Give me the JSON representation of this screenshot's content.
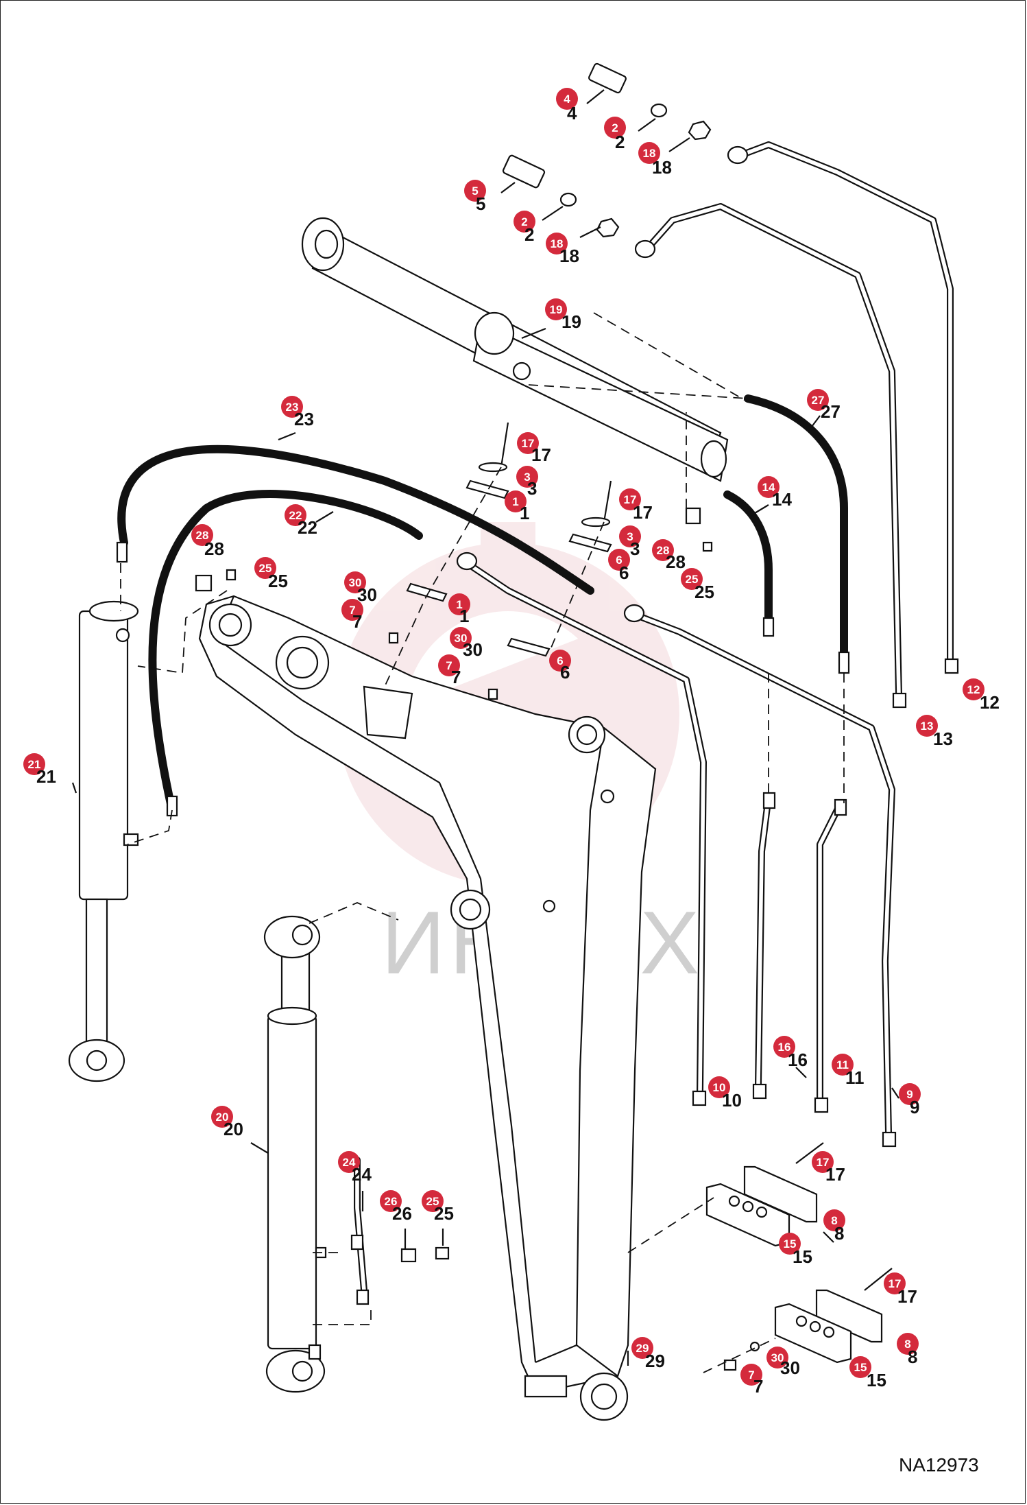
{
  "drawing_code": "NA12973",
  "watermark": "ИНТЕХ",
  "accent_color": "#d42a3c",
  "callouts": [
    {
      "id": "4",
      "label": "4"
    },
    {
      "id": "2",
      "label": "2"
    },
    {
      "id": "18",
      "label": "18"
    },
    {
      "id": "5",
      "label": "5"
    },
    {
      "id": "2",
      "label": "2"
    },
    {
      "id": "18",
      "label": "18"
    },
    {
      "id": "19",
      "label": "19"
    },
    {
      "id": "27",
      "label": "27"
    },
    {
      "id": "23",
      "label": "23"
    },
    {
      "id": "17",
      "label": "17"
    },
    {
      "id": "3",
      "label": "3"
    },
    {
      "id": "1",
      "label": "1"
    },
    {
      "id": "17",
      "label": "17"
    },
    {
      "id": "14",
      "label": "14"
    },
    {
      "id": "22",
      "label": "22"
    },
    {
      "id": "3",
      "label": "3"
    },
    {
      "id": "28",
      "label": "28"
    },
    {
      "id": "6",
      "label": "6"
    },
    {
      "id": "28",
      "label": "28"
    },
    {
      "id": "25",
      "label": "25"
    },
    {
      "id": "25",
      "label": "25"
    },
    {
      "id": "30",
      "label": "30"
    },
    {
      "id": "1",
      "label": "1"
    },
    {
      "id": "7",
      "label": "7"
    },
    {
      "id": "30",
      "label": "30"
    },
    {
      "id": "7",
      "label": "7"
    },
    {
      "id": "6",
      "label": "6"
    },
    {
      "id": "12",
      "label": "12"
    },
    {
      "id": "13",
      "label": "13"
    },
    {
      "id": "21",
      "label": "21"
    },
    {
      "id": "16",
      "label": "16"
    },
    {
      "id": "11",
      "label": "11"
    },
    {
      "id": "10",
      "label": "10"
    },
    {
      "id": "9",
      "label": "9"
    },
    {
      "id": "20",
      "label": "20"
    },
    {
      "id": "17",
      "label": "17"
    },
    {
      "id": "24",
      "label": "24"
    },
    {
      "id": "26",
      "label": "26"
    },
    {
      "id": "25",
      "label": "25"
    },
    {
      "id": "8",
      "label": "8"
    },
    {
      "id": "15",
      "label": "15"
    },
    {
      "id": "17",
      "label": "17"
    },
    {
      "id": "29",
      "label": "29"
    },
    {
      "id": "8",
      "label": "8"
    },
    {
      "id": "30",
      "label": "30"
    },
    {
      "id": "7",
      "label": "7"
    },
    {
      "id": "15",
      "label": "15"
    }
  ]
}
